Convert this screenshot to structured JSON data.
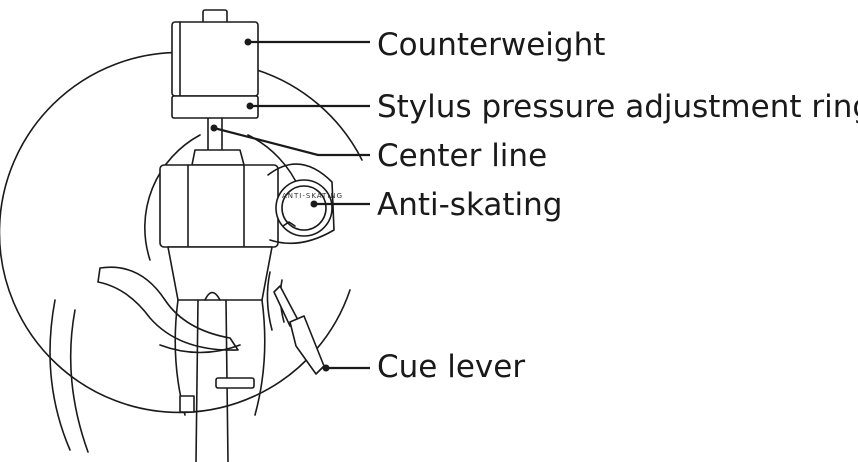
{
  "labels": {
    "counterweight": "Counterweight",
    "stylus_ring": "Stylus pressure adjustment ring",
    "center_line": "Center line",
    "anti_skating": "Anti-skating",
    "cue_lever": "Cue lever"
  },
  "dial_text": "ANTI-SKATING"
}
